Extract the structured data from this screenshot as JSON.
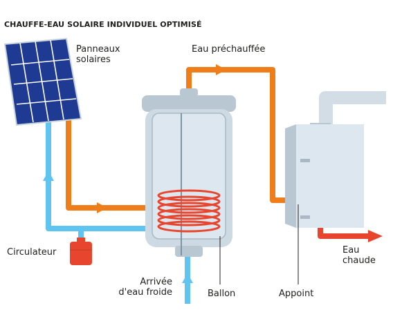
{
  "title": "CHAUFFE-EAU SOLAIRE INDIVIDUEL OPTIMISÉ",
  "labels": {
    "panels": [
      "Panneaux",
      "solaires"
    ],
    "preheated": "Eau préchauffée",
    "circulator": "Circulateur",
    "cold_inlet": [
      "Arrivée",
      "d'eau froide"
    ],
    "tank": "Ballon",
    "backup": "Appoint",
    "hot_water": [
      "Eau",
      "chaude"
    ]
  },
  "colors": {
    "hot_pipe": "#ef7d1a",
    "cold_pipe": "#5fc4f0",
    "coil": "#e8452e",
    "tank_body": "#cdd9e3",
    "panel": "#1f3a93",
    "text": "#1d1d1b"
  }
}
